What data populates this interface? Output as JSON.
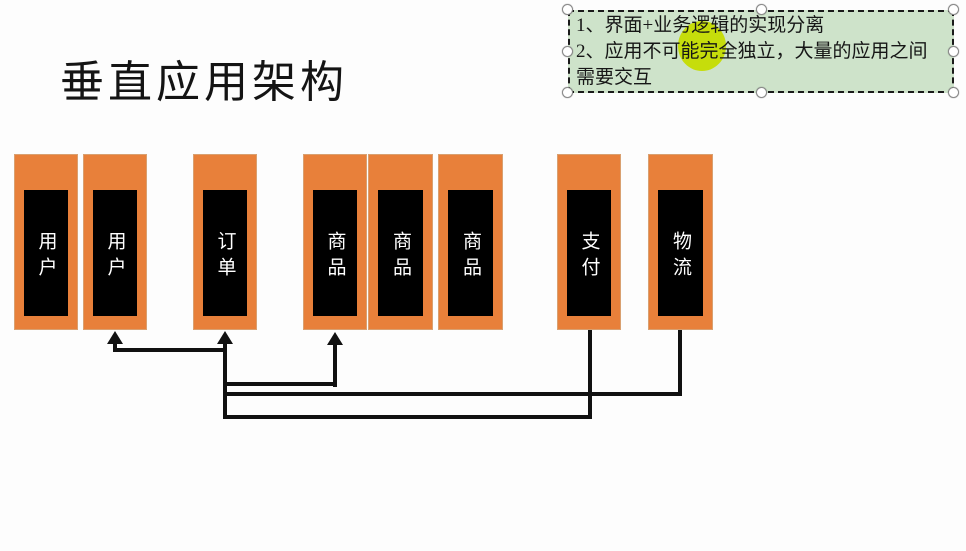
{
  "title": "垂直应用架构",
  "annotation": {
    "line1": "1、界面+业务逻辑的实现分离",
    "line2": "2、应用不可能完全独立，大量的应用之间",
    "line3": "需要交互"
  },
  "boxes": [
    {
      "label": "用户"
    },
    {
      "label": "用户"
    },
    {
      "label": "订单"
    },
    {
      "label": "商品"
    },
    {
      "label": "商品"
    },
    {
      "label": "商品"
    },
    {
      "label": "支付"
    },
    {
      "label": "物流"
    }
  ],
  "colors": {
    "canvas-bg": "#fdfdfd",
    "title-color": "#141414",
    "orange": "#e8803a",
    "orange-border": "#d9a070",
    "box-bg": "#000000",
    "box-text": "#ffffff",
    "line": "#111111",
    "note-bg": "#cee3ca",
    "note-border": "#1a1a1a",
    "highlight": "#c6dd0b"
  }
}
